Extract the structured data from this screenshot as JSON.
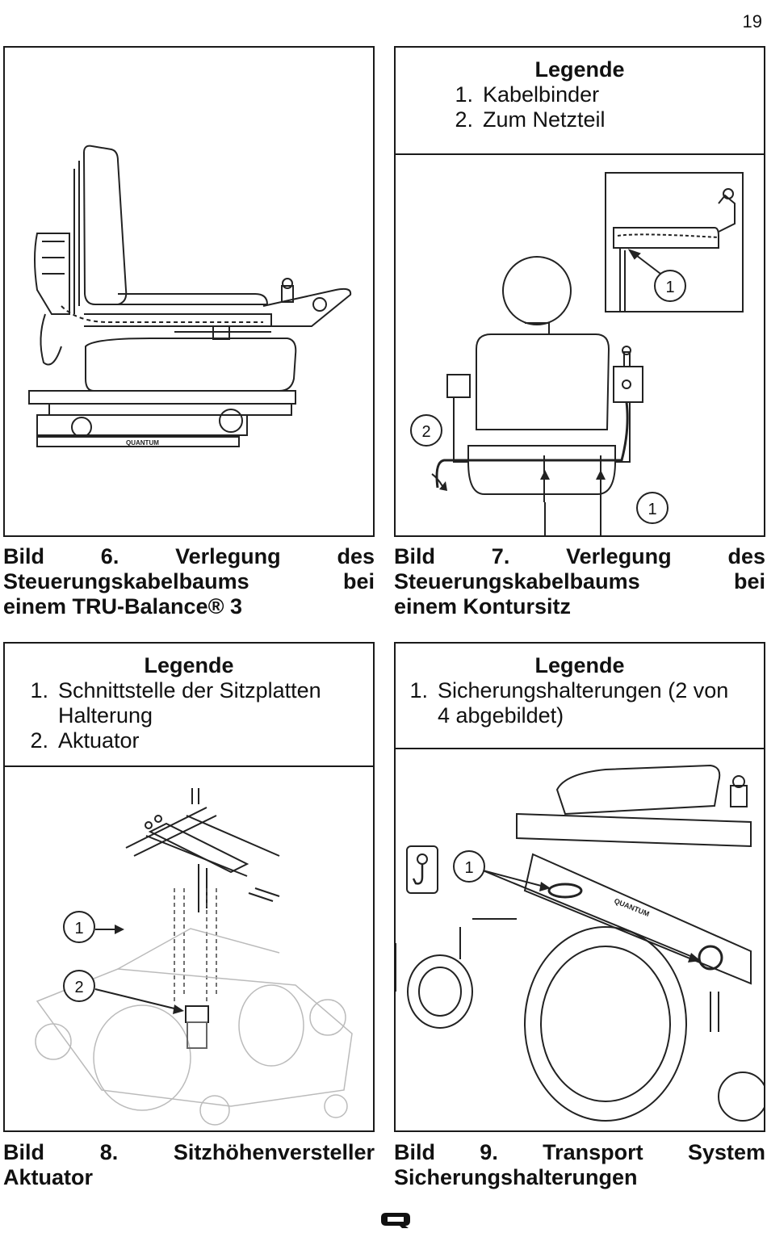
{
  "page_number": "19",
  "figures": {
    "fig6": {
      "caption_lines": [
        "Bild 6. Verlegung des",
        "Steuerungskabelbaums bei",
        "einem TRU-Balance® 3"
      ],
      "seat_brand_label": "QUANTUM"
    },
    "fig7": {
      "legend_title": "Legende",
      "legend_items": [
        {
          "num": "1.",
          "text": "Kabelbinder"
        },
        {
          "num": "2.",
          "text": "Zum Netzteil"
        }
      ],
      "callouts": [
        "1",
        "2",
        "1"
      ],
      "caption_lines": [
        "Bild 7. Verlegung des",
        "Steuerungskabelbaums bei",
        "einem Kontursitz"
      ]
    },
    "fig8": {
      "legend_title": "Legende",
      "legend_items": [
        {
          "num": "1.",
          "text": "Schnittstelle der Sitzplatten",
          "text2": "Halterung"
        },
        {
          "num": "2.",
          "text": "Aktuator"
        }
      ],
      "callouts": [
        "1",
        "2"
      ],
      "caption_lines": [
        "Bild 8. Sitzhöhenversteller",
        "Aktuator"
      ]
    },
    "fig9": {
      "legend_title": "Legende",
      "legend_items": [
        {
          "num": "1.",
          "text": "Sicherungshalterungen (2 von",
          "text2": "4 abgebildet)"
        }
      ],
      "callouts": [
        "1"
      ],
      "seat_brand_label": "QUANTUM",
      "caption_lines": [
        "Bild 9. Transport System",
        "Sicherungshalterungen"
      ]
    }
  },
  "footer_logo": "Q"
}
